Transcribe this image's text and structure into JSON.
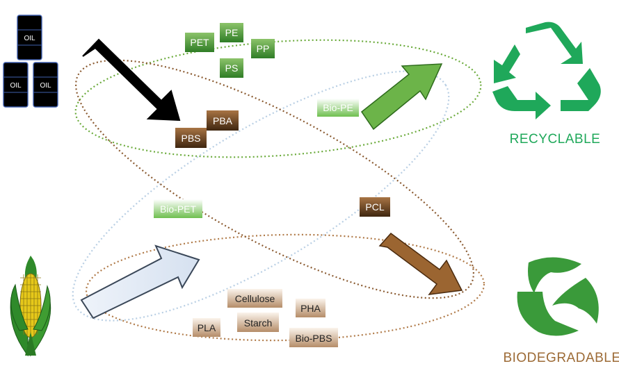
{
  "oil_barrels": [
    {
      "id": "top",
      "label": "OIL"
    },
    {
      "id": "left",
      "label": "OIL"
    },
    {
      "id": "right",
      "label": "OIL"
    }
  ],
  "labels": {
    "recyclable": "RECYCLABLE",
    "biodegradable": "BIODEGRADABLE"
  },
  "materials": {
    "fossil_recyclable": [
      {
        "id": "pet",
        "label": "PET"
      },
      {
        "id": "pe",
        "label": "PE"
      },
      {
        "id": "pp",
        "label": "PP"
      },
      {
        "id": "ps",
        "label": "PS"
      }
    ],
    "fossil_biodegradable": [
      {
        "id": "pba",
        "label": "PBA"
      },
      {
        "id": "pbs",
        "label": "PBS"
      },
      {
        "id": "pcl",
        "label": "PCL"
      }
    ],
    "bio_recyclable": [
      {
        "id": "bio-pe",
        "label": "Bio-PE"
      },
      {
        "id": "bio-pet",
        "label": "Bio-PET"
      }
    ],
    "bio_biodegradable": [
      {
        "id": "cellulose",
        "label": "Cellulose"
      },
      {
        "id": "pha",
        "label": "PHA"
      },
      {
        "id": "starch",
        "label": "Starch"
      },
      {
        "id": "pla",
        "label": "PLA"
      },
      {
        "id": "bio-pbs",
        "label": "Bio-PBS"
      }
    ]
  },
  "colors": {
    "oil_black": "#000000",
    "recyclable_green": "#1fa85a",
    "biodegradable_brown": "#9c6a35",
    "plastic_green": "#3e8e2e",
    "bio_arrow_blue": "#dde6f2",
    "dark_brown_box": "#5b3a1c",
    "tan_box": "#c9a98a"
  }
}
